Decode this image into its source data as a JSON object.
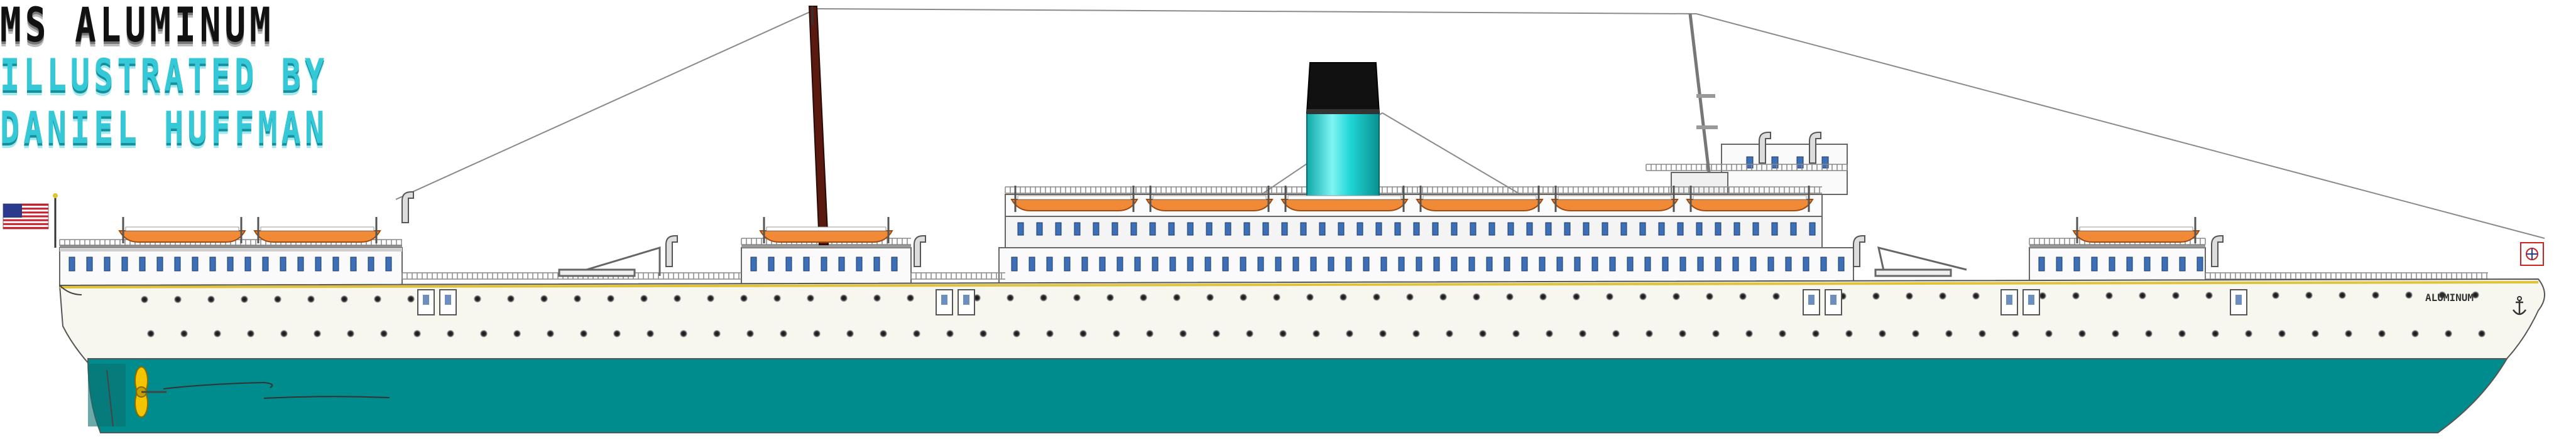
{
  "title": {
    "line1": "MS ALUMINUM",
    "line2": "ILLUSTRATED BY",
    "line3": "DANIEL HUFFMAN"
  },
  "ship": {
    "bow_name": "ALUMINUM",
    "hull_color": "#f7f7ef",
    "waterline_color": "#008c8c",
    "boot_top_color": "#e0c33a",
    "funnel_color": "#1fd6d6",
    "funnel_top_color": "#111111",
    "lifeboat_color": "#f08a36",
    "mast_color": "#5a1a10",
    "propeller_color": "#f2c500"
  },
  "flag": {
    "country": "United States",
    "icon": "us-flag-icon"
  },
  "icons": {
    "anchor": "anchor-icon",
    "crest": "bow-crest-icon",
    "propeller": "propeller-icon"
  }
}
